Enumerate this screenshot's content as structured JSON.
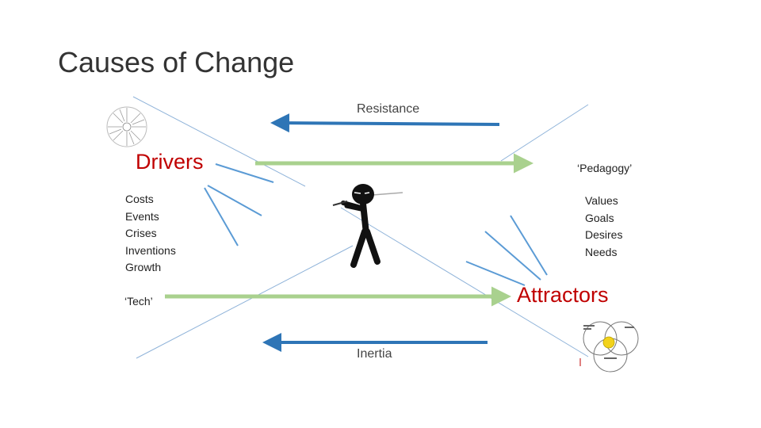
{
  "slide": {
    "title": "Causes of Change",
    "resistance_label": "Resistance",
    "inertia_label": "Inertia",
    "drivers_heading": "Drivers",
    "attractors_heading": "Attractors",
    "pedagogy_label": "‘Pedagogy’",
    "tech_label": "‘Tech’",
    "drivers_list": [
      "Costs",
      "Events",
      "Crises",
      "Inventions",
      "Growth"
    ],
    "attractors_list": [
      "Values",
      "Goals",
      "Desires",
      "Needs"
    ]
  },
  "colors": {
    "heading_red": "#c00000",
    "green_arrow": "#a9d18e",
    "blue_arrow": "#2e75b6",
    "light_blue_line": "#5b9bd5"
  },
  "icons": [
    "starburst-diagram-icon",
    "stick-figure-pulling-rope-icon",
    "venn-diagram-icon"
  ]
}
